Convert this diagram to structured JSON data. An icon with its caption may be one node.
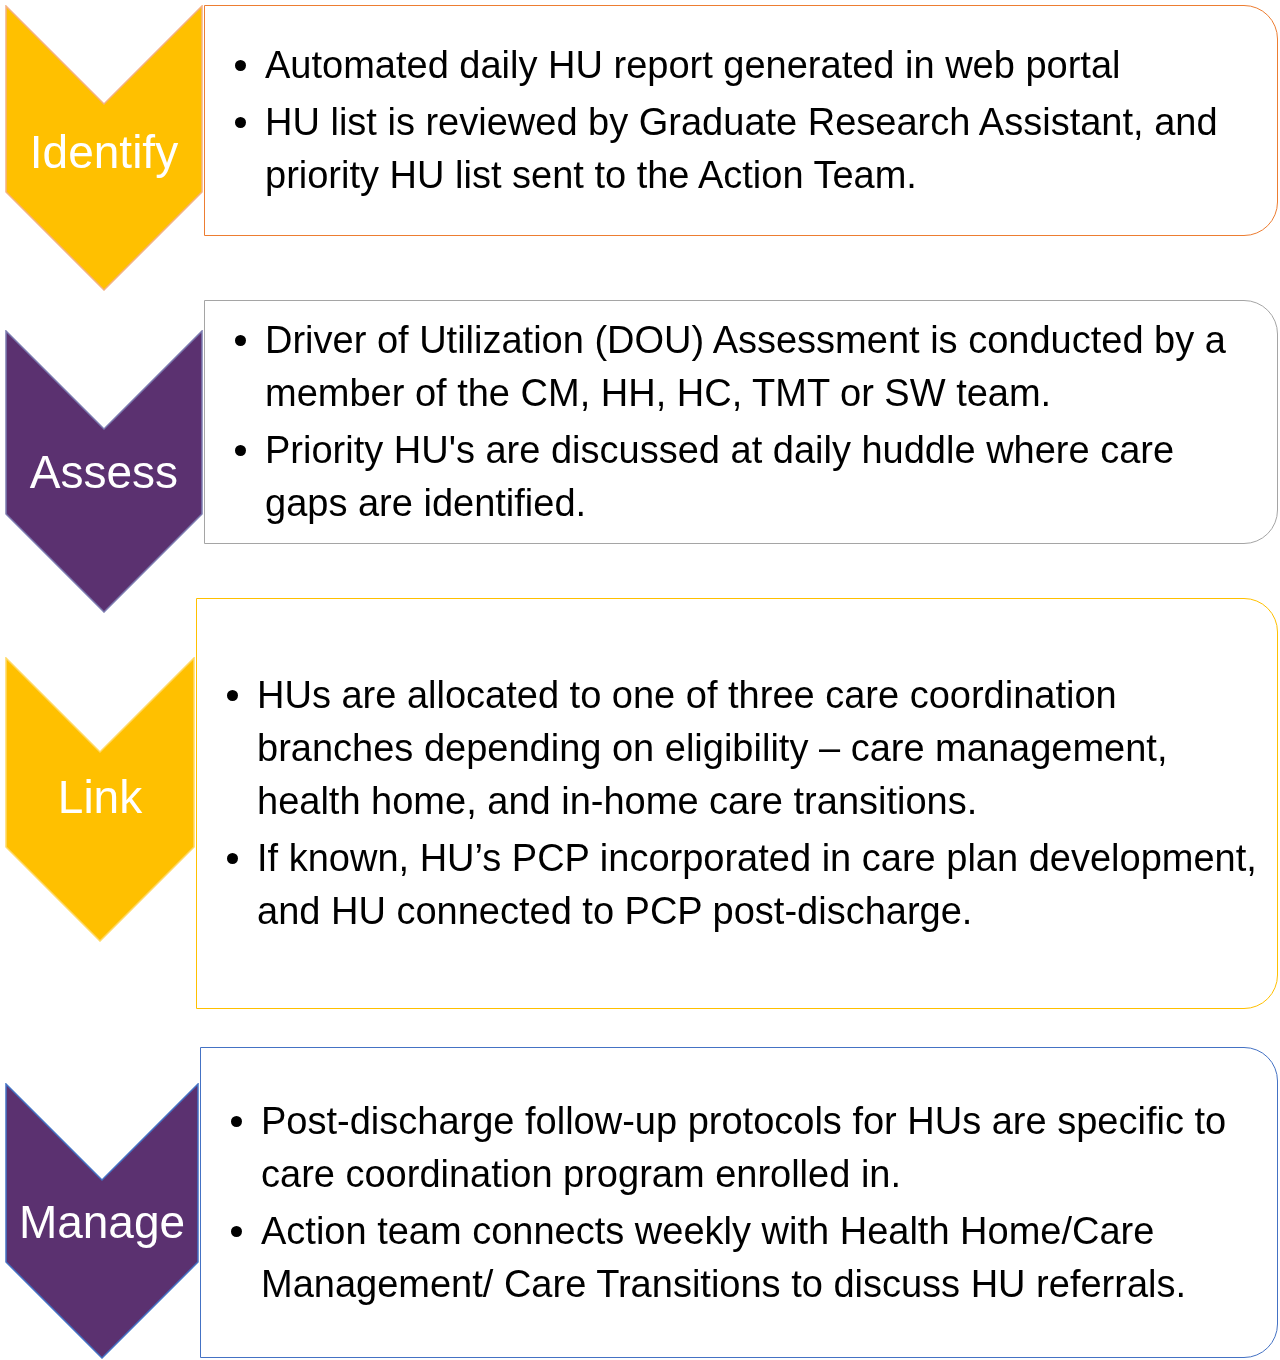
{
  "diagram": {
    "nodes": [
      {
        "text": [
          "Identify"
        ]
      },
      {
        "text": [
          "Automated daily HU report generated in web portal",
          "HU list is reviewed by Graduate Research Assistant, and priority HU list sent to the Action Team."
        ]
      },
      {
        "text": [
          "Assess"
        ]
      },
      {
        "text": [
          "Driver of Utilization (DOU) Assessment is conducted by a member of the CM, HH, HC, TMT or SW team.",
          "Priority HU's are discussed at daily huddle where care gaps are identified."
        ]
      },
      {
        "text": [
          "Link"
        ]
      },
      {
        "text": [
          "HUs are allocated to one of three care coordination branches depending on eligibility – care management, health home, and in-home care transitions.",
          "If known, HU’s PCP incorporated in care plan development, and HU connected to PCP post-discharge."
        ]
      },
      {
        "text": [
          "Manage"
        ]
      },
      {
        "text": [
          "Post-discharge follow-up protocols for HUs are specific to care coordination program enrolled in.",
          "Action team connects weekly with Health Home/Care Management/ Care Transitions to discuss HU referrals."
        ]
      }
    ]
  }
}
